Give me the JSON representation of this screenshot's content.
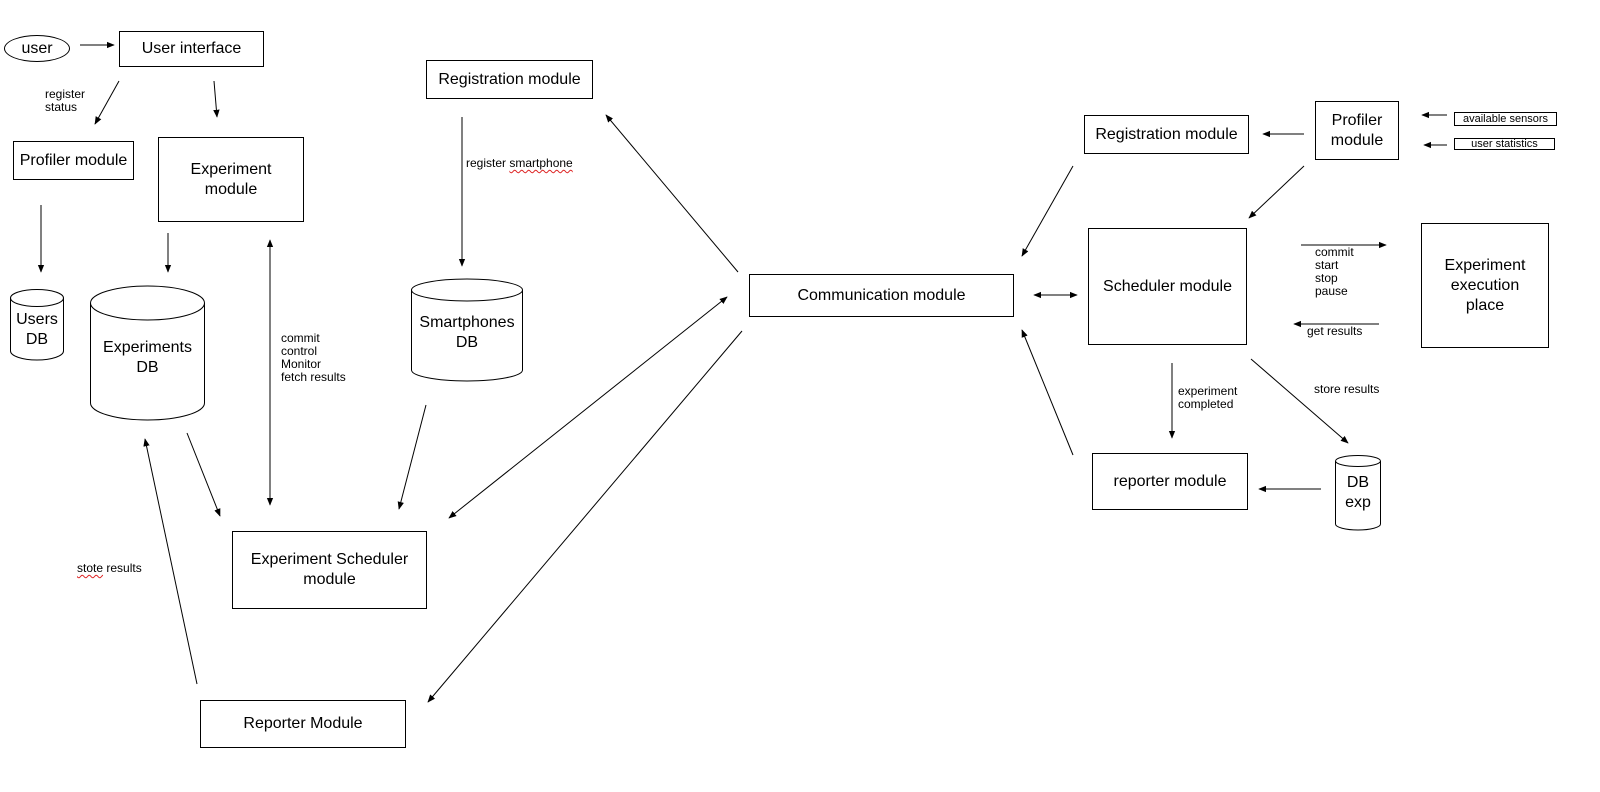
{
  "nodes": {
    "user": "user",
    "user_interface": "User interface",
    "profiler_left": "Profiler module",
    "experiment_module": "Experiment\nmodule",
    "users_db": "Users\nDB",
    "experiments_db": "Experiments\nDB",
    "registration_top": "Registration module",
    "smartphones_db": "Smartphones\nDB",
    "experiment_scheduler": "Experiment Scheduler\nmodule",
    "reporter_left": "Reporter Module",
    "communication": "Communication module",
    "registration_right": "Registration module",
    "profiler_right": "Profiler\nmodule",
    "available_sensors": "available sensors",
    "user_statistics": "user statistics",
    "scheduler": "Scheduler module",
    "experiment_execution": "Experiment\nexecution\nplace",
    "reporter_right": "reporter module",
    "db_exp": "DB\nexp"
  },
  "edge_labels": {
    "register_status": "register\nstatus",
    "register_smartphone_prefix": "register ",
    "register_smartphone_word": "smartphone",
    "commit_control": "commit\ncontrol\nMonitor\nfetch results",
    "stote_word": "stote",
    "stote_suffix": " results",
    "commit_start": "commit\nstart\nstop\npause",
    "get_results": "get results",
    "store_results": "store results",
    "experiment_completed": "experiment\ncompleted"
  }
}
